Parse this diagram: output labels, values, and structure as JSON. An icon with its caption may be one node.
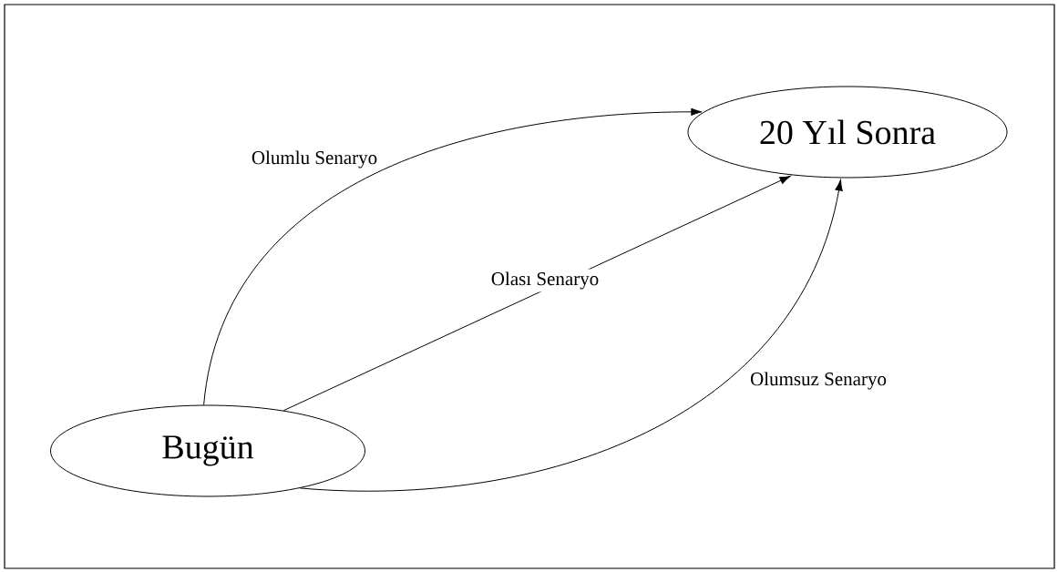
{
  "diagram": {
    "nodes": [
      {
        "text": [
          "Bugün"
        ]
      },
      {
        "text": [
          "20 Yıl Sonra"
        ]
      }
    ],
    "edges": [
      {
        "from": 0,
        "to": 1,
        "arrow": "to",
        "label": "Olumlu Senaryo"
      },
      {
        "from": 0,
        "to": 1,
        "arrow": "to",
        "label": "Olası Senaryo"
      },
      {
        "from": 0,
        "to": 1,
        "arrow": "to",
        "label": "Olumsuz Senaryo"
      }
    ]
  }
}
